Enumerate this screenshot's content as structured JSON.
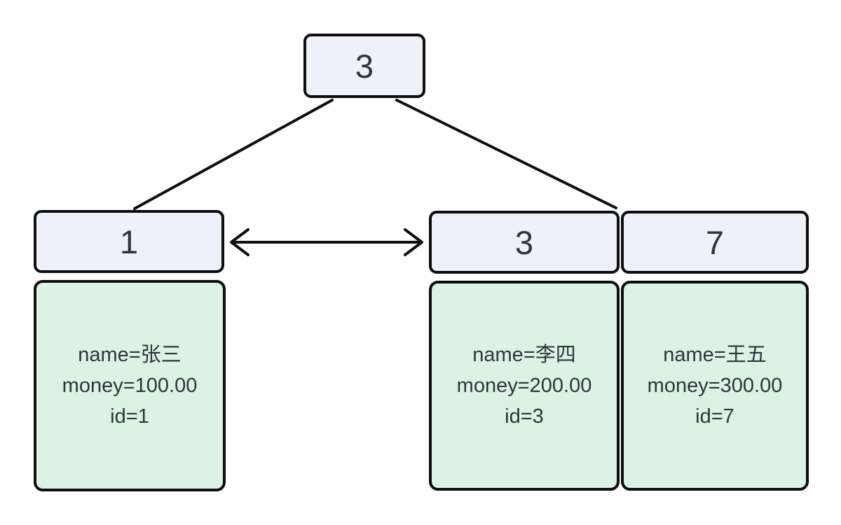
{
  "diagram": {
    "type": "bplus-tree-index",
    "root": {
      "key": "3"
    },
    "leaves": [
      {
        "key": "1",
        "record": [
          "name=张三",
          "money=100.00",
          "id=1"
        ]
      },
      {
        "key": "3",
        "record": [
          "name=李四",
          "money=200.00",
          "id=3"
        ]
      },
      {
        "key": "7",
        "record": [
          "name=王五",
          "money=300.00",
          "id=7"
        ]
      }
    ],
    "edges": [
      {
        "from": "root",
        "to": "leaf-1"
      },
      {
        "from": "root",
        "to": "leaf-7"
      },
      {
        "from": "leaf-1",
        "to": "leaf-3",
        "style": "double-arrow"
      }
    ],
    "colors": {
      "key_fill": "#edf2fa",
      "record_fill": "#dcf3e3",
      "border": "#0e0e0e",
      "text": "#2e343c",
      "background": "#ffffff"
    }
  }
}
